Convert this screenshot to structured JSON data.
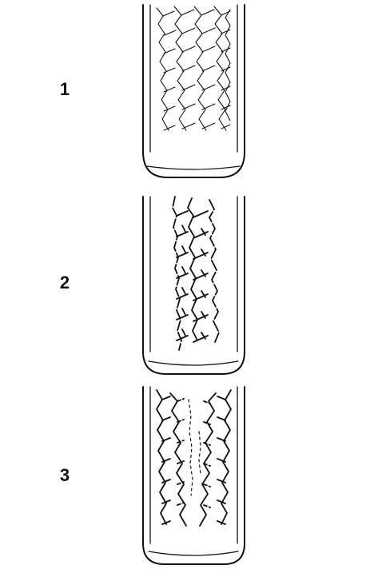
{
  "figure": {
    "panels": [
      {
        "label": "1",
        "tread_pattern": "even-wear"
      },
      {
        "label": "2",
        "tread_pattern": "edge-wear"
      },
      {
        "label": "3",
        "tread_pattern": "center-wear"
      }
    ],
    "colors": {
      "ink": "#111111",
      "paper": "#ffffff"
    }
  }
}
